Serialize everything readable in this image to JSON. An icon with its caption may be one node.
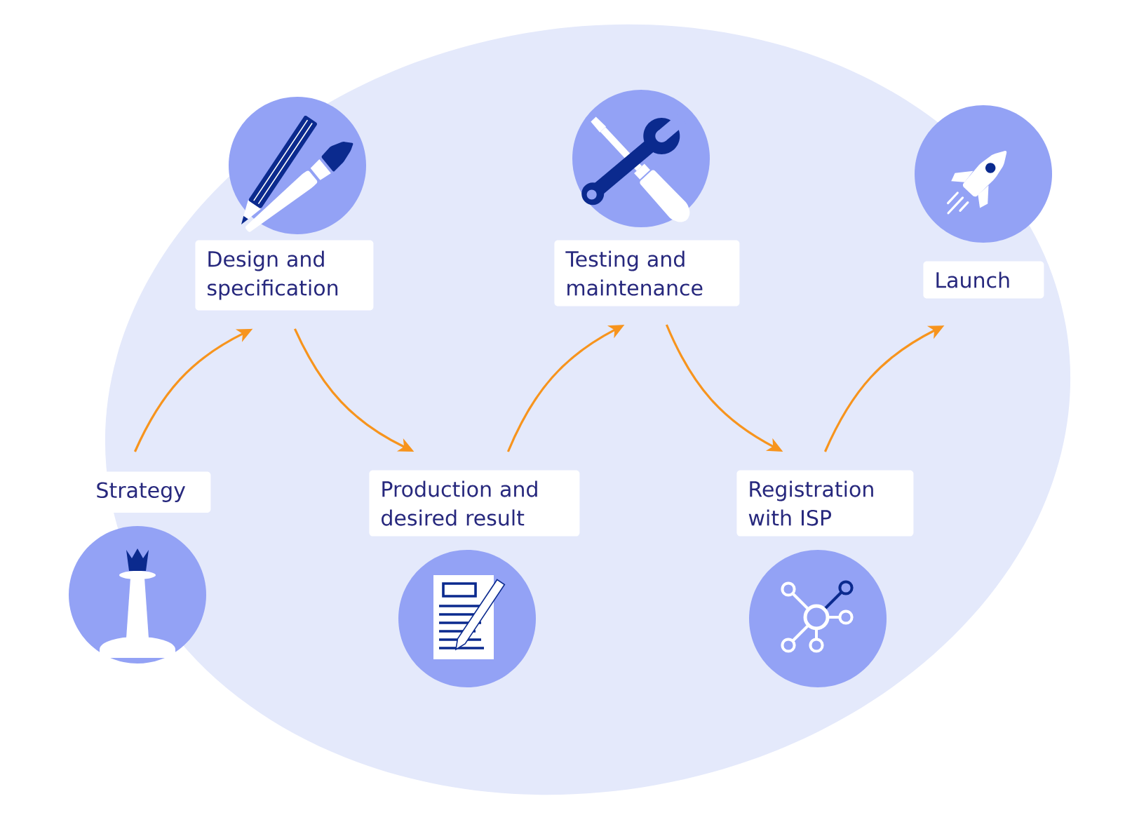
{
  "diagram": {
    "nodes": [
      {
        "text": [
          "Strategy"
        ]
      },
      {
        "text": [
          "Design and specification"
        ]
      },
      {
        "text": [
          "Production and desired result"
        ]
      },
      {
        "text": [
          "Testing and maintenance"
        ]
      },
      {
        "text": [
          "Registration with ISP"
        ]
      },
      {
        "text": [
          "Launch"
        ]
      }
    ],
    "edges": [
      {
        "from": 0,
        "to": 1,
        "arrow": "to"
      },
      {
        "from": 1,
        "to": 2,
        "arrow": "to"
      },
      {
        "from": 2,
        "to": 3,
        "arrow": "to"
      },
      {
        "from": 3,
        "to": 4,
        "arrow": "to"
      },
      {
        "from": 4,
        "to": 5,
        "arrow": "to"
      }
    ]
  }
}
